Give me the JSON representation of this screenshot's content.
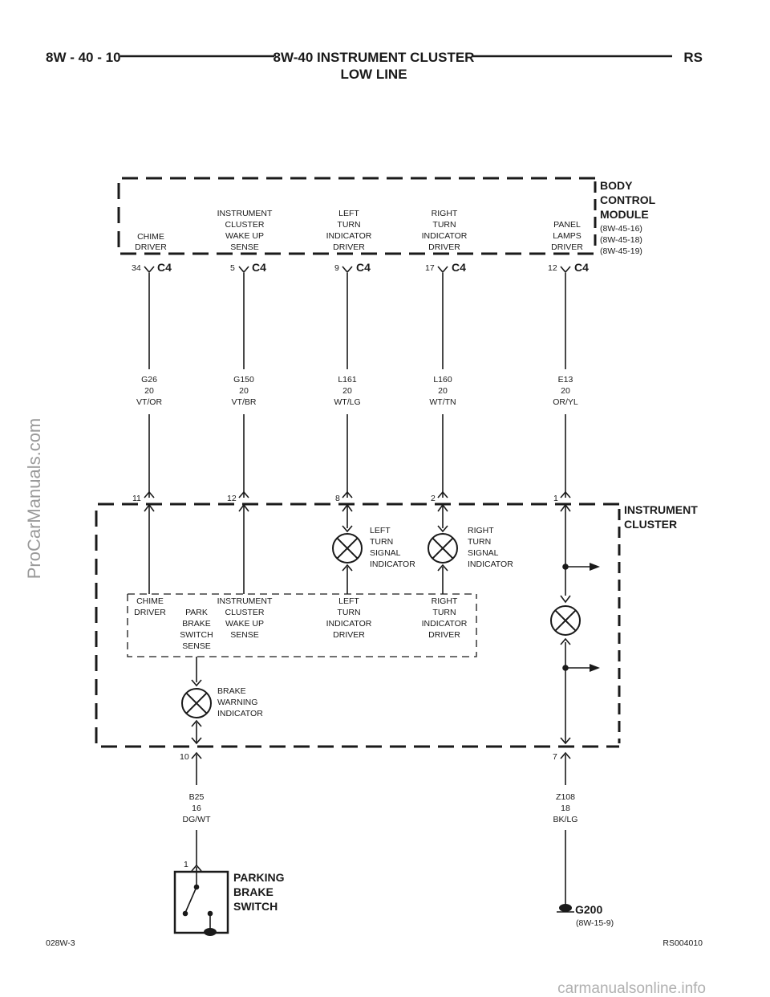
{
  "header": {
    "page_number": "8W - 40 - 10",
    "title_line1": "8W-40 INSTRUMENT CLUSTER",
    "title_line2": "LOW LINE",
    "code": "RS"
  },
  "footer": {
    "figure_id": "028W-3",
    "figure_ref": "RS004010"
  },
  "watermarks": {
    "side": "ProCarManuals.com",
    "bottom": "carmanualsonline.info"
  },
  "body_control_module": {
    "label": [
      "BODY",
      "CONTROL",
      "MODULE"
    ],
    "refs": [
      "(8W-45-16)",
      "(8W-45-18)",
      "(8W-45-19)"
    ]
  },
  "instrument_cluster": {
    "label": [
      "INSTRUMENT",
      "CLUSTER"
    ]
  },
  "bcm_circuits": [
    {
      "function": [
        "CHIME",
        "DRIVER"
      ],
      "pin": "34",
      "connector": "C4",
      "wire": [
        "G26",
        "20",
        "VT/OR"
      ],
      "cluster_pin": "11"
    },
    {
      "function": [
        "INSTRUMENT",
        "CLUSTER",
        "WAKE UP",
        "SENSE"
      ],
      "pin": "5",
      "connector": "C4",
      "wire": [
        "G150",
        "20",
        "VT/BR"
      ],
      "cluster_pin": "12"
    },
    {
      "function": [
        "LEFT",
        "TURN",
        "INDICATOR",
        "DRIVER"
      ],
      "pin": "9",
      "connector": "C4",
      "wire": [
        "L161",
        "20",
        "WT/LG"
      ],
      "cluster_pin": "8"
    },
    {
      "function": [
        "RIGHT",
        "TURN",
        "INDICATOR",
        "DRIVER"
      ],
      "pin": "17",
      "connector": "C4",
      "wire": [
        "L160",
        "20",
        "WT/TN"
      ],
      "cluster_pin": "2"
    },
    {
      "function": [
        "PANEL",
        "LAMPS",
        "DRIVER"
      ],
      "pin": "12",
      "connector": "C4",
      "wire": [
        "E13",
        "20",
        "OR/YL"
      ],
      "cluster_pin": "1"
    }
  ],
  "cluster_internal": {
    "left_turn_lamp": [
      "LEFT",
      "TURN",
      "SIGNAL",
      "INDICATOR"
    ],
    "right_turn_lamp": [
      "RIGHT",
      "TURN",
      "SIGNAL",
      "INDICATOR"
    ],
    "driver_labels": {
      "chime": [
        "CHIME",
        "DRIVER"
      ],
      "park_brake": [
        "PARK",
        "BRAKE",
        "SWITCH",
        "SENSE"
      ],
      "wake_up": [
        "INSTRUMENT",
        "CLUSTER",
        "WAKE UP",
        "SENSE"
      ],
      "left_turn": [
        "LEFT",
        "TURN",
        "INDICATOR",
        "DRIVER"
      ],
      "right_turn": [
        "RIGHT",
        "TURN",
        "INDICATOR",
        "DRIVER"
      ]
    },
    "brake_warning": [
      "BRAKE",
      "WARNING",
      "INDICATOR"
    ]
  },
  "lower_circuits": {
    "brake": {
      "cluster_pin": "10",
      "wire": [
        "B25",
        "16",
        "DG/WT"
      ],
      "switch_pin": "1"
    },
    "ground": {
      "cluster_pin": "7",
      "wire": [
        "Z108",
        "18",
        "BK/LG"
      ]
    }
  },
  "parking_brake_switch": {
    "label": [
      "PARKING",
      "BRAKE",
      "SWITCH"
    ]
  },
  "ground_point": {
    "label": "G200",
    "ref": "(8W-15-9)"
  }
}
